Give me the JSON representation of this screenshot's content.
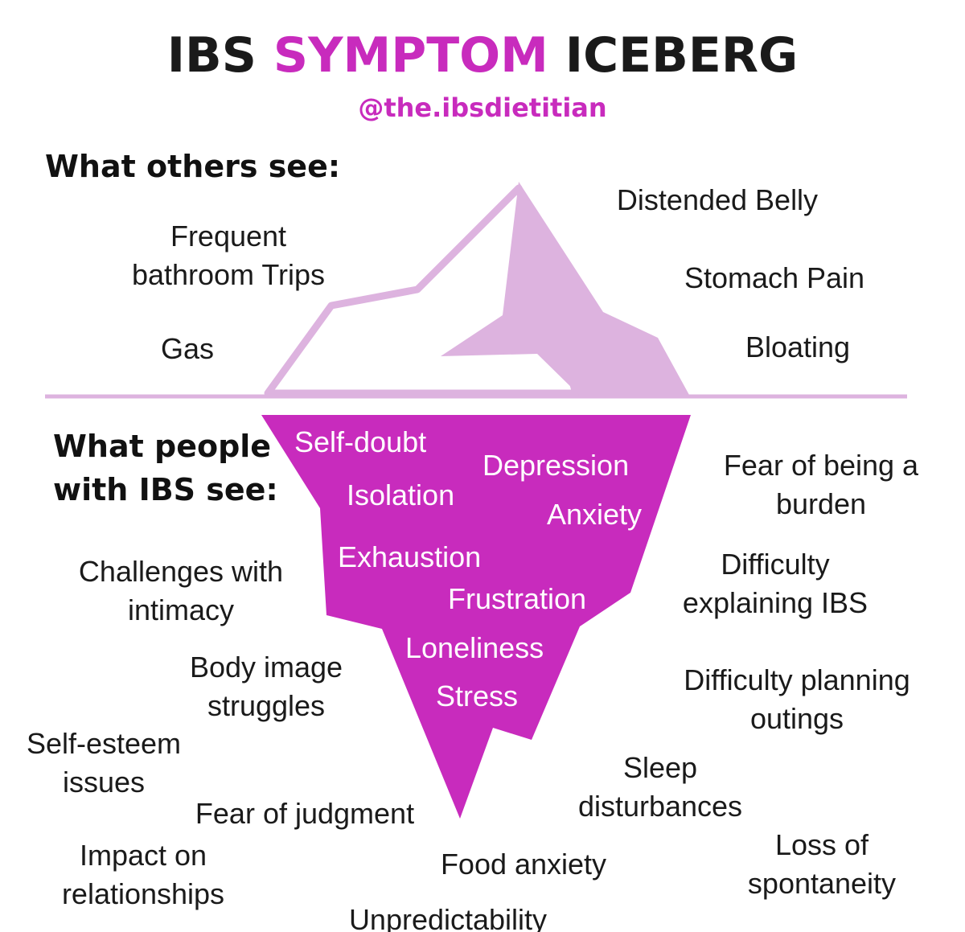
{
  "title": {
    "part1": "IBS",
    "part2": "SYMPTOM",
    "part3": "ICEBERG"
  },
  "handle": "@the.ibsdietitian",
  "colors": {
    "accent": "#c82bbd",
    "tip_fill": "#ddb3df",
    "tip_outline": "#ddb3df",
    "waterline": "#ddb3df",
    "text": "#1a1a1a"
  },
  "above": {
    "heading": "What others see:",
    "labels": {
      "frequent_1": "Frequent",
      "frequent_2": "bathroom Trips",
      "gas": "Gas",
      "distended_belly": "Distended Belly",
      "stomach_pain": "Stomach Pain",
      "bloating": "Bloating"
    }
  },
  "below": {
    "heading_1": "What people",
    "heading_2": "with IBS see:",
    "inside": {
      "self_doubt": "Self-doubt",
      "depression": "Depression",
      "isolation": "Isolation",
      "anxiety": "Anxiety",
      "exhaustion": "Exhaustion",
      "frustration": "Frustration",
      "loneliness": "Loneliness",
      "stress": "Stress"
    },
    "outside": {
      "fear_burden_1": "Fear of being a",
      "fear_burden_2": "burden",
      "difficulty_explaining_1": "Difficulty",
      "difficulty_explaining_2": "explaining IBS",
      "difficulty_planning_1": "Difficulty planning",
      "difficulty_planning_2": "outings",
      "sleep_1": "Sleep",
      "sleep_2": "disturbances",
      "spontaneity_1": "Loss of",
      "spontaneity_2": "spontaneity",
      "intimacy_1": "Challenges with",
      "intimacy_2": "intimacy",
      "body_image_1": "Body image",
      "body_image_2": "struggles",
      "self_esteem_1": "Self-esteem",
      "self_esteem_2": "issues",
      "fear_judgment": "Fear of judgment",
      "relationships_1": "Impact on",
      "relationships_2": "relationships",
      "food_anxiety": "Food anxiety",
      "unpredictability": "Unpredictability"
    }
  }
}
